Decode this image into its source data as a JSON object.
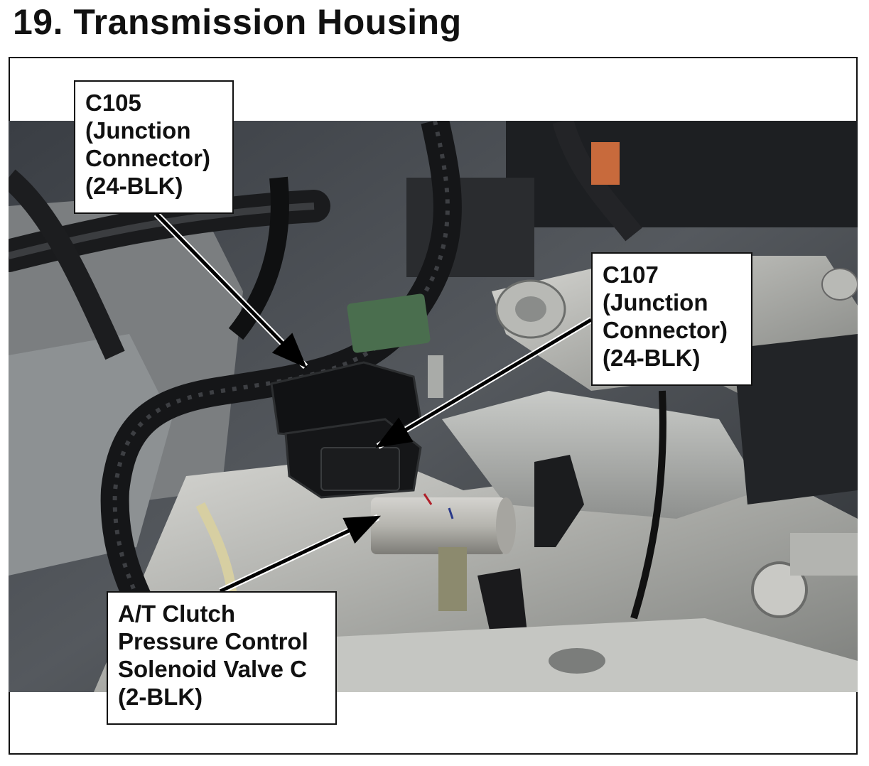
{
  "page": {
    "title": "19.  Transmission Housing"
  },
  "callouts": {
    "c105": {
      "lines": [
        "C105",
        "(Junction",
        "Connector)",
        "(24-BLK)"
      ]
    },
    "c107": {
      "lines": [
        "C107",
        "(Junction",
        "Connector)",
        "(24-BLK)"
      ]
    },
    "solenoid": {
      "lines": [
        "A/T Clutch",
        "Pressure Control",
        "Solenoid Valve C",
        "(2-BLK)"
      ]
    }
  },
  "colors": {
    "frame": "#111111",
    "callout_background": "#ffffff",
    "arrow": "#000000"
  }
}
